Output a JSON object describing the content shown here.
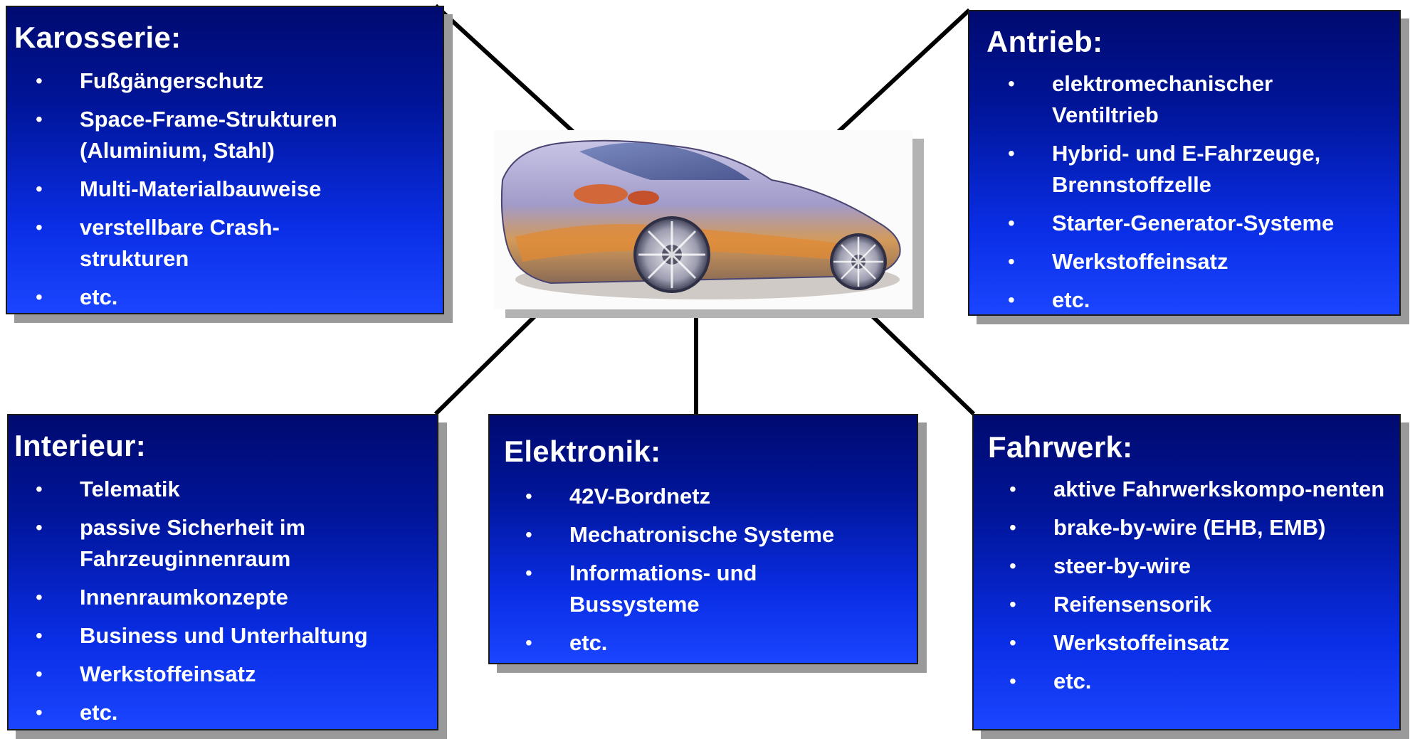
{
  "boxes": {
    "karosserie": {
      "title": "Karosserie:",
      "items": [
        "Fußgängerschutz",
        "Space-Frame-Strukturen (Aluminium, Stahl)",
        "Multi-Materialbauweise",
        "verstellbare Crash-strukturen",
        "etc."
      ]
    },
    "antrieb": {
      "title": "Antrieb:",
      "items": [
        "elektromechanischer Ventiltrieb",
        "Hybrid- und E-Fahrzeuge, Brennstoffzelle",
        "Starter-Generator-Systeme",
        "Werkstoffeinsatz",
        "etc."
      ]
    },
    "interieur": {
      "title": "Interieur:",
      "items": [
        "Telematik",
        "passive Sicherheit im Fahrzeuginnenraum",
        "Innenraumkonzepte",
        "Business und Unterhaltung",
        "Werkstoffeinsatz",
        "etc."
      ]
    },
    "elektronik": {
      "title": "Elektronik:",
      "items": [
        "42V-Bordnetz",
        "Mechatronische Systeme",
        "Informations- und Bussysteme",
        "etc."
      ]
    },
    "fahrwerk": {
      "title": "Fahrwerk:",
      "items": [
        "aktive Fahrwerkskompo-nenten",
        "brake-by-wire (EHB, EMB)",
        "steer-by-wire",
        "Reifensensorik",
        "Werkstoffeinsatz",
        "etc."
      ]
    }
  },
  "bullet_char": "•",
  "colors": {
    "box_top": "#000a70",
    "box_bottom": "#1b45ff",
    "text": "#ffffff",
    "shadow": "#9a9a9a",
    "connector": "#000000"
  },
  "central_image": "car-sketch"
}
